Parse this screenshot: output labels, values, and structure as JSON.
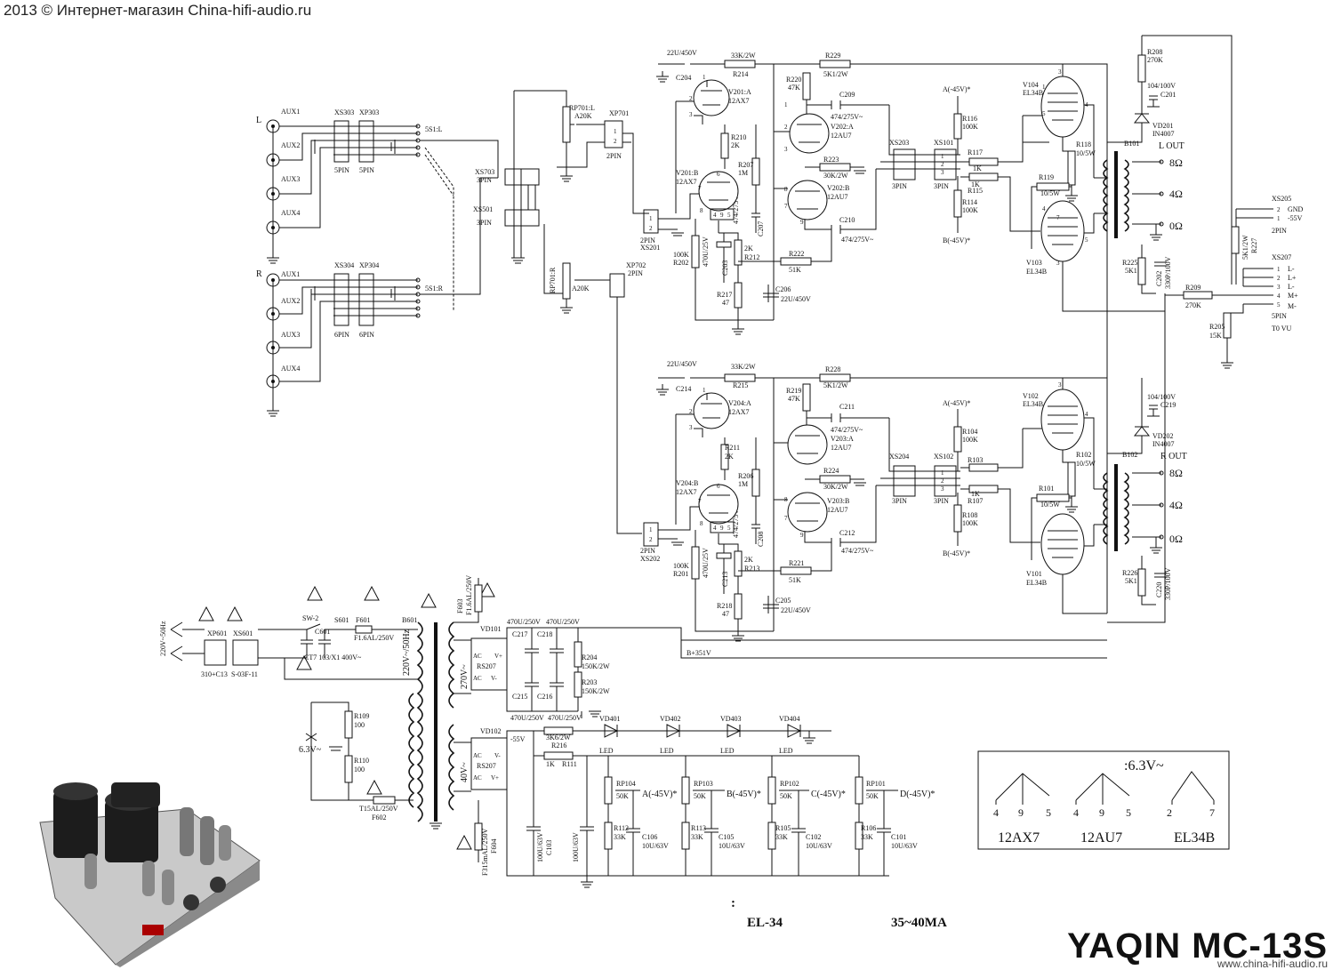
{
  "header": {
    "text": "2013 © Интернет-магазин China-hifi-audio.ru"
  },
  "footer": {
    "brand": "YAQIN MC-13S",
    "watermark": "www.china-hifi-audio.ru",
    "note_colon": ":",
    "note_tube": "EL-34",
    "note_current": "35~40MA"
  },
  "inputs": {
    "left_channel": "L",
    "right_channel": "R",
    "aux": [
      "AUX1",
      "AUX2",
      "AUX3",
      "AUX4"
    ],
    "xs303": "XS303",
    "xp303": "XP303",
    "xs304": "XS304",
    "xp304": "XP304",
    "pin5": "5PIN",
    "pin6": "6PIN",
    "selector_l": "5S1:L",
    "selector_r": "5S1:R",
    "xs703": "XS703",
    "xs501": "XS501",
    "pin3": "3PIN"
  },
  "volume": {
    "rp701l": "RP701:L",
    "rp701r": "RP701:R",
    "a20k": "A20K",
    "xp701": "XP701",
    "xp702": "XP702",
    "pin2": "2PIN",
    "xs201": "XS201",
    "xs202": "XS202"
  },
  "upper_channel": {
    "c204_val": "22U/450V",
    "c204": "C204",
    "r214_val": "33K/2W",
    "r214": "R214",
    "r229": "R229",
    "r229_val": "5K1/2W",
    "r220": "R220",
    "r220_val": "47K",
    "v201a": "V201:A",
    "v201a_type": "12AX7",
    "r210": "R210",
    "r210_val": "2K",
    "r207": "R207",
    "r207_val": "1M",
    "c207": "C207",
    "c207_val": "474/275V~",
    "v201b": "V201:B",
    "v201b_type": "12AX7",
    "c209": "C209",
    "c209_val": "474/275V~",
    "v202a": "V202:A",
    "v202a_type": "12AU7",
    "r223": "R223",
    "r223_val": "30K/2W",
    "v202b": "V202:B",
    "v202b_type": "12AU7",
    "c210": "C210",
    "c210_val": "474/275V~",
    "r202": "R202",
    "r202_val": "100K",
    "c203": "C203",
    "c203_val": "470U/25V",
    "r212": "R212",
    "r212_val": "2K",
    "r222": "R222",
    "r222_val": "51K",
    "r217": "R217",
    "r217_val": "47",
    "c206": "C206",
    "c206_val": "22U/450V",
    "xs203": "XS203",
    "xs101": "XS101",
    "a_bias": "A(-45V)*",
    "b_bias": "B(-45V)*",
    "r116": "R116",
    "r116_val": "100K",
    "r117": "R117",
    "r117_val": "1K",
    "r115": "R115",
    "r115_val": "1K",
    "r114": "R114",
    "r114_val": "100K",
    "v104": "V104",
    "v104_type": "EL34B",
    "v103": "V103",
    "v103_type": "EL34B",
    "r118": "R118",
    "r118_val": "10/5W",
    "r119": "R119",
    "r119_val": "10/5W",
    "r208": "R208",
    "r208_val": "270K",
    "c201": "C201",
    "c201_val": "104/100V",
    "vd201": "VD201",
    "vd201_type": "IN4007",
    "b101": "B101",
    "out_label": "L OUT",
    "ohm8": "8Ω",
    "ohm4": "4Ω",
    "ohm0": "0Ω",
    "r225": "R225",
    "r225_val": "5K1",
    "c202": "C202",
    "c202_val": "330P/100V"
  },
  "lower_channel": {
    "c214_val": "22U/450V",
    "c214": "C214",
    "r215_val": "33K/2W",
    "r215": "R215",
    "r228": "R228",
    "r228_val": "5K1/2W",
    "r219": "R219",
    "r219_val": "47K",
    "v204a": "V204:A",
    "v204a_type": "12AX7",
    "r211": "R211",
    "r211_val": "2K",
    "r206": "R206",
    "r206_val": "1M",
    "c208": "C208",
    "c208_val": "474/275V~",
    "v204b": "V204:B",
    "v204b_type": "12AX7",
    "c211": "C211",
    "c211_val": "474/275V~",
    "v203a": "V203:A",
    "v203a_type": "12AU7",
    "r224": "R224",
    "r224_val": "30K/2W",
    "v203b": "V203:B",
    "v203b_type": "12AU7",
    "c212": "C212",
    "c212_val": "474/275V~",
    "r201": "R201",
    "r201_val": "100K",
    "c213": "C213",
    "c213_val": "470U/25V",
    "r213": "R213",
    "r213_val": "2K",
    "r221": "R221",
    "r221_val": "51K",
    "r218": "R218",
    "r218_val": "47",
    "c205": "C205",
    "c205_val": "22U/450V",
    "xs204": "XS204",
    "xs102": "XS102",
    "a_bias": "A(-45V)*",
    "b_bias": "B(-45V)*",
    "r104": "R104",
    "r104_val": "100K",
    "r103": "R103",
    "r103_val": "1K",
    "r107": "R107",
    "r107_val": "1K",
    "r108": "R108",
    "r108_val": "100K",
    "v102": "V102",
    "v102_type": "EL34B",
    "v101": "V101",
    "v101_type": "EL34B",
    "r102": "R102",
    "r102_val": "10/5W",
    "r101": "R101",
    "r101_val": "10/5W",
    "c219": "C219",
    "c219_val": "104/100V",
    "vd202": "VD202",
    "vd202_type": "IN4007",
    "b102": "B102",
    "out_label": "R OUT",
    "ohm8": "8Ω",
    "ohm4": "4Ω",
    "ohm0": "0Ω",
    "r226": "R226",
    "r226_val": "5K1",
    "c220": "C220",
    "c220_val": "330P/100V"
  },
  "meter": {
    "xs205": "XS205",
    "gnd": "GND",
    "neg55": "-55V",
    "pin2": "2PIN",
    "r227": "R227",
    "r227_val": "5K1/2W",
    "xs207": "XS207",
    "pins": [
      "1",
      "2",
      "3",
      "4",
      "5"
    ],
    "pin_labels": [
      "L-",
      "L+",
      "L-",
      "M+",
      "M-"
    ],
    "pin5": "5PIN",
    "to_vu": "T0 VU",
    "r209": "R209",
    "r209_val": "270K",
    "r205": "R205",
    "r205_val": "15K"
  },
  "power": {
    "mains": "220V~50Hz",
    "xp601": "XP601",
    "xs601": "XS601",
    "plug": "310+C13",
    "socket": "S-03F-11",
    "sw2": "SW-2",
    "s601": "S601",
    "c601": "C601",
    "ct7": "CT7 103/X1 400V~",
    "f601": "F601",
    "f601_val": "F1.6AL/250V",
    "b601": "B601",
    "primary": "220V~/50Hz",
    "f603": "F603",
    "f603_val": "F1.6AL/250V",
    "sec_hv": "270V~",
    "sec_bias": "40V~",
    "sec_heater": "6.3V~",
    "vd101": "VD101",
    "vd102": "VD102",
    "bridge": "RS207",
    "c217_val": "470U/250V",
    "c218_val": "470U/250V",
    "c217": "C217",
    "c218": "C218",
    "r204": "R204",
    "r204_val": "150K/2W",
    "r203": "R203",
    "r203_val": "150K/2W",
    "c215": "C215",
    "c216": "C216",
    "c215_val": "470U/250V",
    "c216_val": "470U/250V",
    "bplus": "B+351V",
    "neg55": "-55V",
    "r216": "R216",
    "r216_val": "3K6/2W",
    "r111": "R111",
    "r111_val": "1K",
    "leds": [
      "VD401",
      "VD402",
      "VD403",
      "VD404"
    ],
    "led": "LED",
    "r109": "R109",
    "r109_val": "100",
    "r110": "R110",
    "r110_val": "100",
    "f602": "F602",
    "f602_val": "T15AL/250V",
    "f604": "F604",
    "f604_val": "F315mAL/250V",
    "c103": "C103",
    "c103_val": "100U/63V",
    "c100_val": "100U/63V"
  },
  "bias_pots": [
    {
      "rp": "RP104",
      "val": "50K",
      "out": "A(-45V)*",
      "r": "R112",
      "r_val": "33K",
      "c": "C106",
      "c_val": "10U/63V"
    },
    {
      "rp": "RP103",
      "val": "50K",
      "out": "B(-45V)*",
      "r": "R113",
      "r_val": "33K",
      "c": "C105",
      "c_val": "10U/63V"
    },
    {
      "rp": "RP102",
      "val": "50K",
      "out": "C(-45V)*",
      "r": "R105",
      "r_val": "33K",
      "c": "C102",
      "c_val": "10U/63V"
    },
    {
      "rp": "RP101",
      "val": "50K",
      "out": "D(-45V)*",
      "r": "R106",
      "r_val": "33K",
      "c": "C101",
      "c_val": "10U/63V"
    }
  ],
  "heater_box": {
    "title": ":6.3V~",
    "tubes": [
      {
        "name": "12AX7",
        "pins": [
          "4",
          "9",
          "5"
        ]
      },
      {
        "name": "12AU7",
        "pins": [
          "4",
          "9",
          "5"
        ]
      },
      {
        "name": "EL34B",
        "pins": [
          "2",
          "7"
        ]
      }
    ]
  }
}
